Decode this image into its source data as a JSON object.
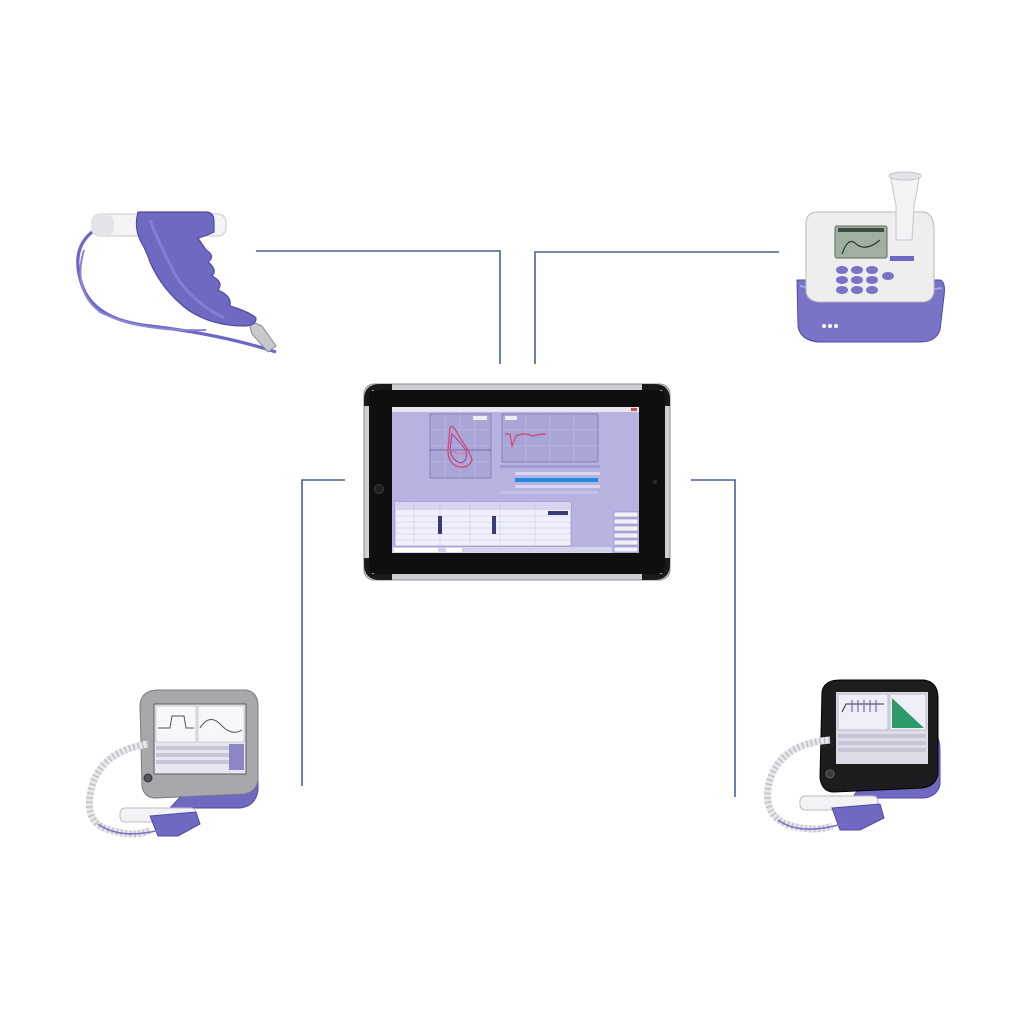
{
  "diagram": {
    "layout": "hub-and-spoke",
    "hub": {
      "device": "tablet",
      "screen": {
        "window_bg": "#b7b3e0",
        "plot_bg": "#a9a5d6",
        "selection_color": "#1f8be0",
        "curve_color": "#d1467a",
        "side_buttons_count": 7
      }
    },
    "spokes": [
      {
        "position": "top-left",
        "device": "handheld-spirometer-sensor",
        "icon": "pneumotach-handle-icon"
      },
      {
        "position": "top-right",
        "device": "desktop-spirometer-with-keypad",
        "icon": "keypad-spirometer-icon"
      },
      {
        "position": "bottom-left",
        "device": "touchscreen-spirometer-gray",
        "icon": "touchscreen-device-icon"
      },
      {
        "position": "bottom-right",
        "device": "touchscreen-spirometer-black",
        "icon": "touchscreen-device-icon"
      }
    ]
  },
  "colors": {
    "connector": "#4a5f9a",
    "device_purple": "#6f69c2",
    "device_purple_dark": "#4f4aa3",
    "tablet_bezel": "#111111",
    "tablet_frame": "#c9c9cc"
  }
}
